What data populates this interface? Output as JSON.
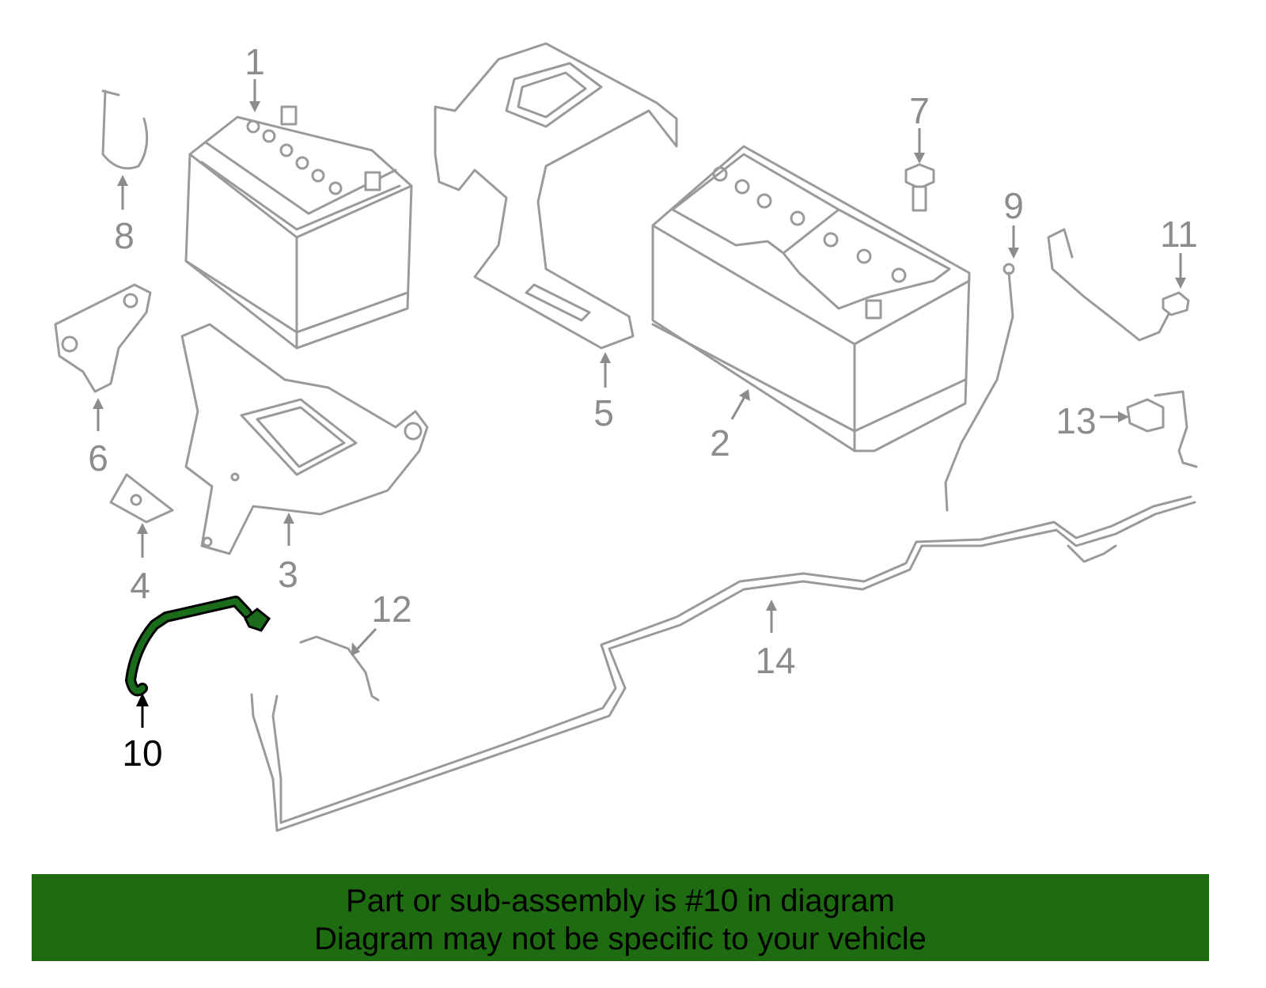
{
  "callouts": [
    "1",
    "2",
    "3",
    "4",
    "5",
    "6",
    "7",
    "8",
    "9",
    "10",
    "11",
    "12",
    "13",
    "14"
  ],
  "highlighted_part": "10",
  "colors": {
    "highlight": "#1a6b1a",
    "banner": "#1f6b12",
    "line": "#9a9a9a"
  },
  "banner": {
    "line1": "Part or sub-assembly is #10 in diagram",
    "line2": "Diagram may not be specific to your vehicle"
  }
}
